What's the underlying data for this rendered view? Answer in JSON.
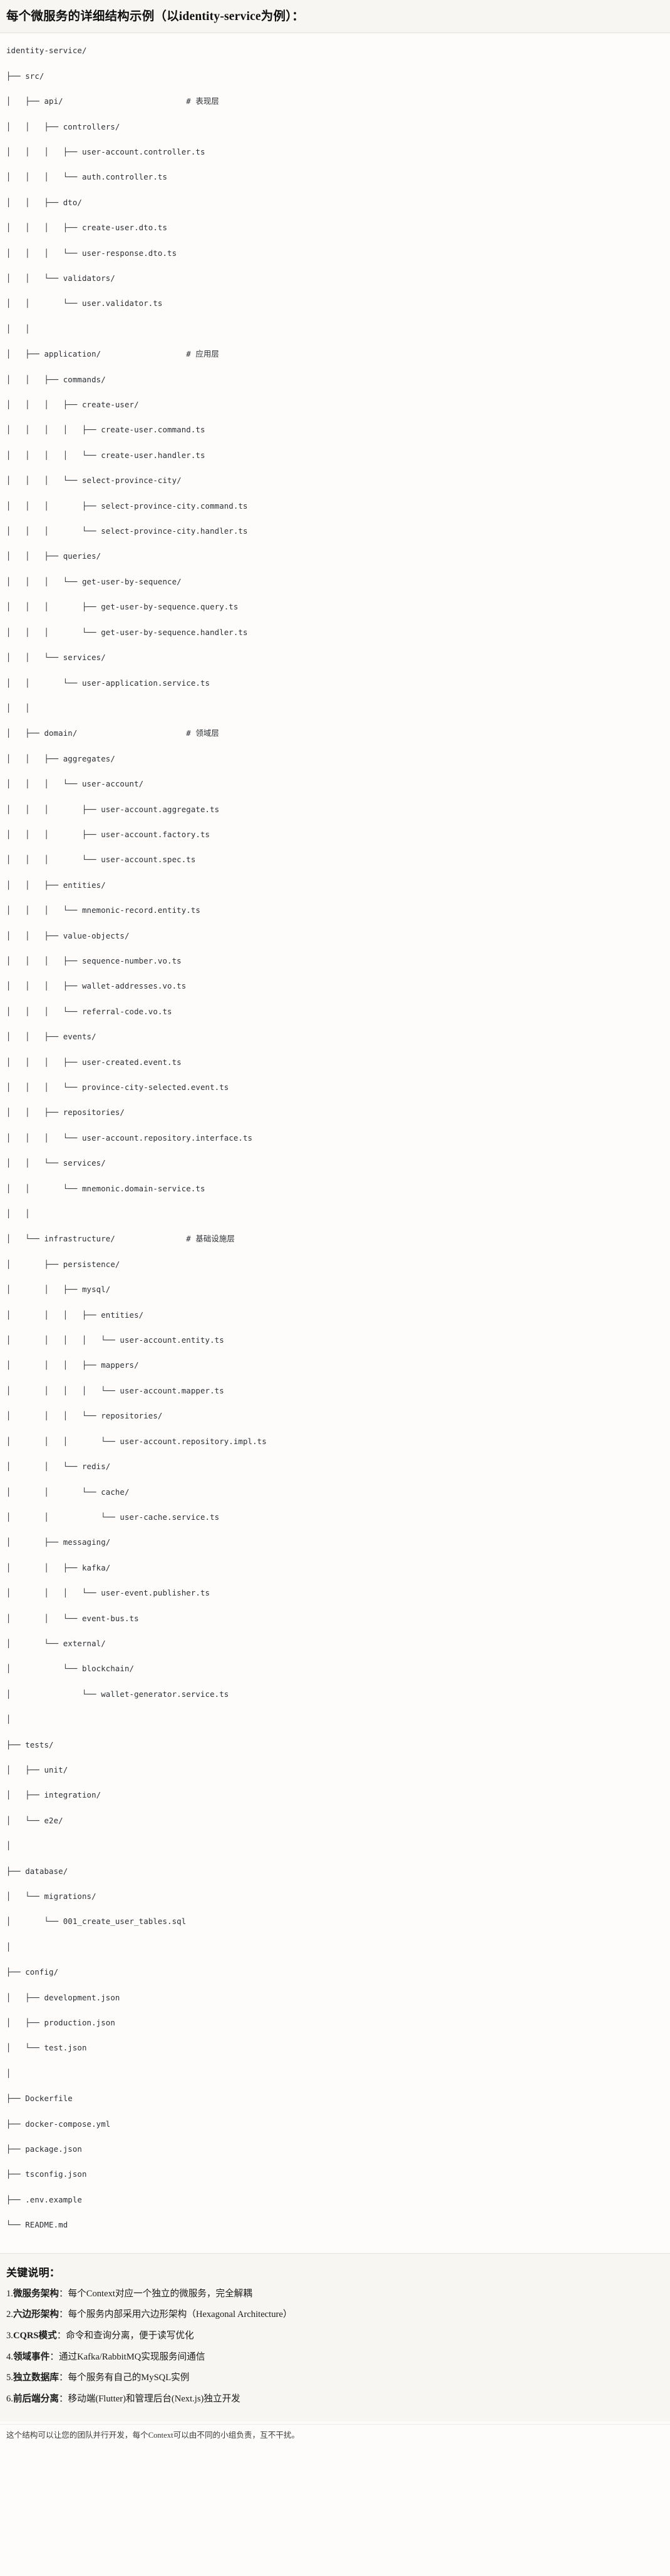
{
  "header": {
    "title": "每个微服务的详细结构示例（以identity-service为例）："
  },
  "tree": {
    "lines": [
      "identity-service/",
      "├── src/",
      "│   ├── api/                          # 表现层",
      "│   │   ├── controllers/",
      "│   │   │   ├── user-account.controller.ts",
      "│   │   │   └── auth.controller.ts",
      "│   │   ├── dto/",
      "│   │   │   ├── create-user.dto.ts",
      "│   │   │   └── user-response.dto.ts",
      "│   │   └── validators/",
      "│   │       └── user.validator.ts",
      "│   │",
      "│   ├── application/                  # 应用层",
      "│   │   ├── commands/",
      "│   │   │   ├── create-user/",
      "│   │   │   │   ├── create-user.command.ts",
      "│   │   │   │   └── create-user.handler.ts",
      "│   │   │   └── select-province-city/",
      "│   │   │       ├── select-province-city.command.ts",
      "│   │   │       └── select-province-city.handler.ts",
      "│   │   ├── queries/",
      "│   │   │   └── get-user-by-sequence/",
      "│   │   │       ├── get-user-by-sequence.query.ts",
      "│   │   │       └── get-user-by-sequence.handler.ts",
      "│   │   └── services/",
      "│   │       └── user-application.service.ts",
      "│   │",
      "│   ├── domain/                       # 领域层",
      "│   │   ├── aggregates/",
      "│   │   │   └── user-account/",
      "│   │   │       ├── user-account.aggregate.ts",
      "│   │   │       ├── user-account.factory.ts",
      "│   │   │       └── user-account.spec.ts",
      "│   │   ├── entities/",
      "│   │   │   └── mnemonic-record.entity.ts",
      "│   │   ├── value-objects/",
      "│   │   │   ├── sequence-number.vo.ts",
      "│   │   │   ├── wallet-addresses.vo.ts",
      "│   │   │   └── referral-code.vo.ts",
      "│   │   ├── events/",
      "│   │   │   ├── user-created.event.ts",
      "│   │   │   └── province-city-selected.event.ts",
      "│   │   ├── repositories/",
      "│   │   │   └── user-account.repository.interface.ts",
      "│   │   └── services/",
      "│   │       └── mnemonic.domain-service.ts",
      "│   │",
      "│   └── infrastructure/               # 基础设施层",
      "│       ├── persistence/",
      "│       │   ├── mysql/",
      "│       │   │   ├── entities/",
      "│       │   │   │   └── user-account.entity.ts",
      "│       │   │   ├── mappers/",
      "│       │   │   │   └── user-account.mapper.ts",
      "│       │   │   └── repositories/",
      "│       │   │       └── user-account.repository.impl.ts",
      "│       │   └── redis/",
      "│       │       └── cache/",
      "│       │           └── user-cache.service.ts",
      "│       ├── messaging/",
      "│       │   ├── kafka/",
      "│       │   │   └── user-event.publisher.ts",
      "│       │   └── event-bus.ts",
      "│       └── external/",
      "│           └── blockchain/",
      "│               └── wallet-generator.service.ts",
      "│",
      "├── tests/",
      "│   ├── unit/",
      "│   ├── integration/",
      "│   └── e2e/",
      "│",
      "├── database/",
      "│   └── migrations/",
      "│       └── 001_create_user_tables.sql",
      "│",
      "├── config/",
      "│   ├── development.json",
      "│   ├── production.json",
      "│   └── test.json",
      "│",
      "├── Dockerfile",
      "├── docker-compose.yml",
      "├── package.json",
      "├── tsconfig.json",
      "├── .env.example",
      "└── README.md"
    ]
  },
  "notes": {
    "title": "关键说明：",
    "items": [
      {
        "index": "1.",
        "name": "微服务架构",
        "sep": "：",
        "text": "每个Context对应一个独立的微服务，完全解耦"
      },
      {
        "index": "2.",
        "name": "六边形架构",
        "sep": "：",
        "text": "每个服务内部采用六边形架构（Hexagonal Architecture）"
      },
      {
        "index": "3.",
        "name": "CQRS模式",
        "sep": "：",
        "text": "命令和查询分离，便于读写优化"
      },
      {
        "index": "4.",
        "name": "领域事件",
        "sep": "：",
        "text": "通过Kafka/RabbitMQ实现服务间通信"
      },
      {
        "index": "5.",
        "name": "独立数据库",
        "sep": "：",
        "text": "每个服务有自己的MySQL实例"
      },
      {
        "index": "6.",
        "name": "前后端分离",
        "sep": "：",
        "text": "移动端(Flutter)和管理后台(Next.js)独立开发"
      }
    ],
    "footer": "这个结构可以让您的团队并行开发，每个Context可以由不同的小组负责，互不干扰。"
  },
  "colors": {
    "band_bg": "#f7f6f3",
    "page_bg": "#fdfcfb",
    "text": "#1a1a1a",
    "tree_text": "#2b2f33",
    "divider": "#e3e1dc"
  }
}
